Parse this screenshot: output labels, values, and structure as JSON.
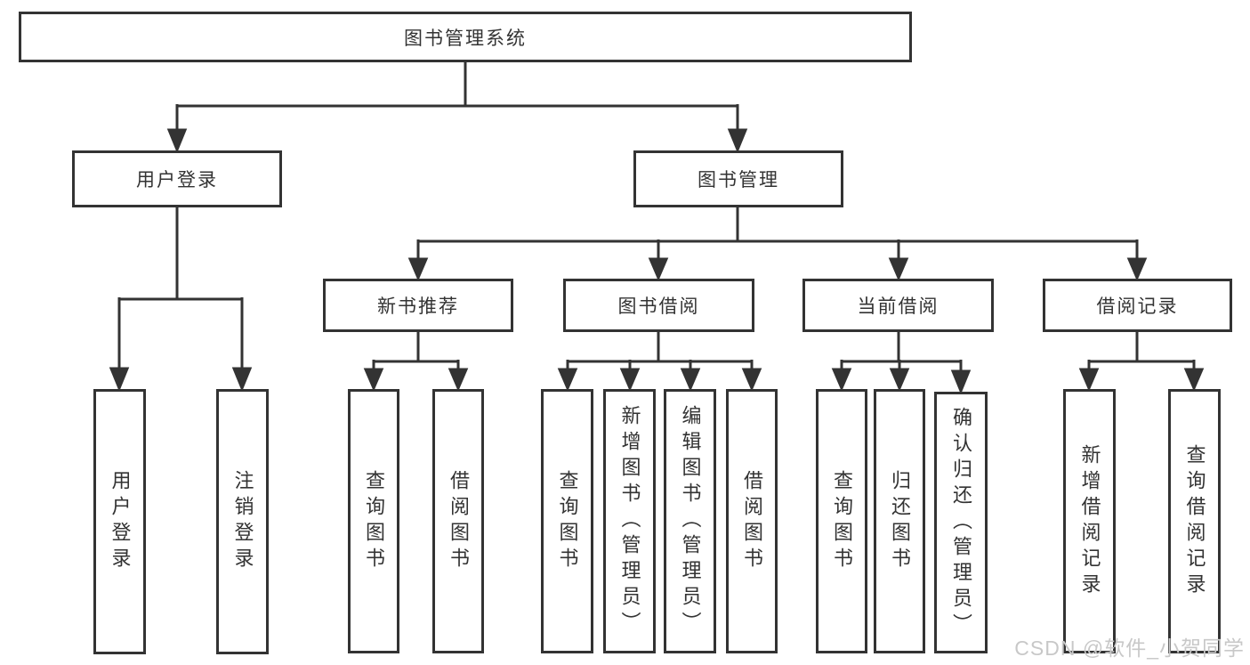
{
  "diagram_title": "图书管理系统",
  "nodes": {
    "root": "图书管理系统",
    "userLogin": "用户登录",
    "bookManagement": "图书管理",
    "newBookRec": "新书推荐",
    "bookBorrow": "图书借阅",
    "currentBorrow": "当前借阅",
    "borrowRecord": "借阅记录",
    "loginLeaf": "用户登录",
    "logoutLeaf": "注销登录",
    "nbQuery": "查询图书",
    "nbBorrow": "借阅图书",
    "bbQuery": "查询图书",
    "bbAdd": "新增图书（管理员）",
    "bbEdit": "编辑图书（管理员）",
    "bbBorrow": "借阅图书",
    "cbQuery": "查询图书",
    "cbReturn": "归还图书",
    "cbConfirm": "确认归还（管理员）",
    "brAdd": "新增借阅记录",
    "brQuery": "查询借阅记录"
  },
  "hierarchy": {
    "图书管理系统": {
      "用户登录": [
        "用户登录",
        "注销登录"
      ],
      "图书管理": {
        "新书推荐": [
          "查询图书",
          "借阅图书"
        ],
        "图书借阅": [
          "查询图书",
          "新增图书（管理员）",
          "编辑图书（管理员）",
          "借阅图书"
        ],
        "当前借阅": [
          "查询图书",
          "归还图书",
          "确认归还（管理员）"
        ],
        "借阅记录": [
          "新增借阅记录",
          "查询借阅记录"
        ]
      }
    }
  },
  "watermark": "CSDN @软件_小贺同学",
  "colors": {
    "line": "#333333",
    "text": "#333333",
    "box_background": "#ffffff",
    "page_background": "#ffffff",
    "watermark": "#c8c8c8"
  }
}
